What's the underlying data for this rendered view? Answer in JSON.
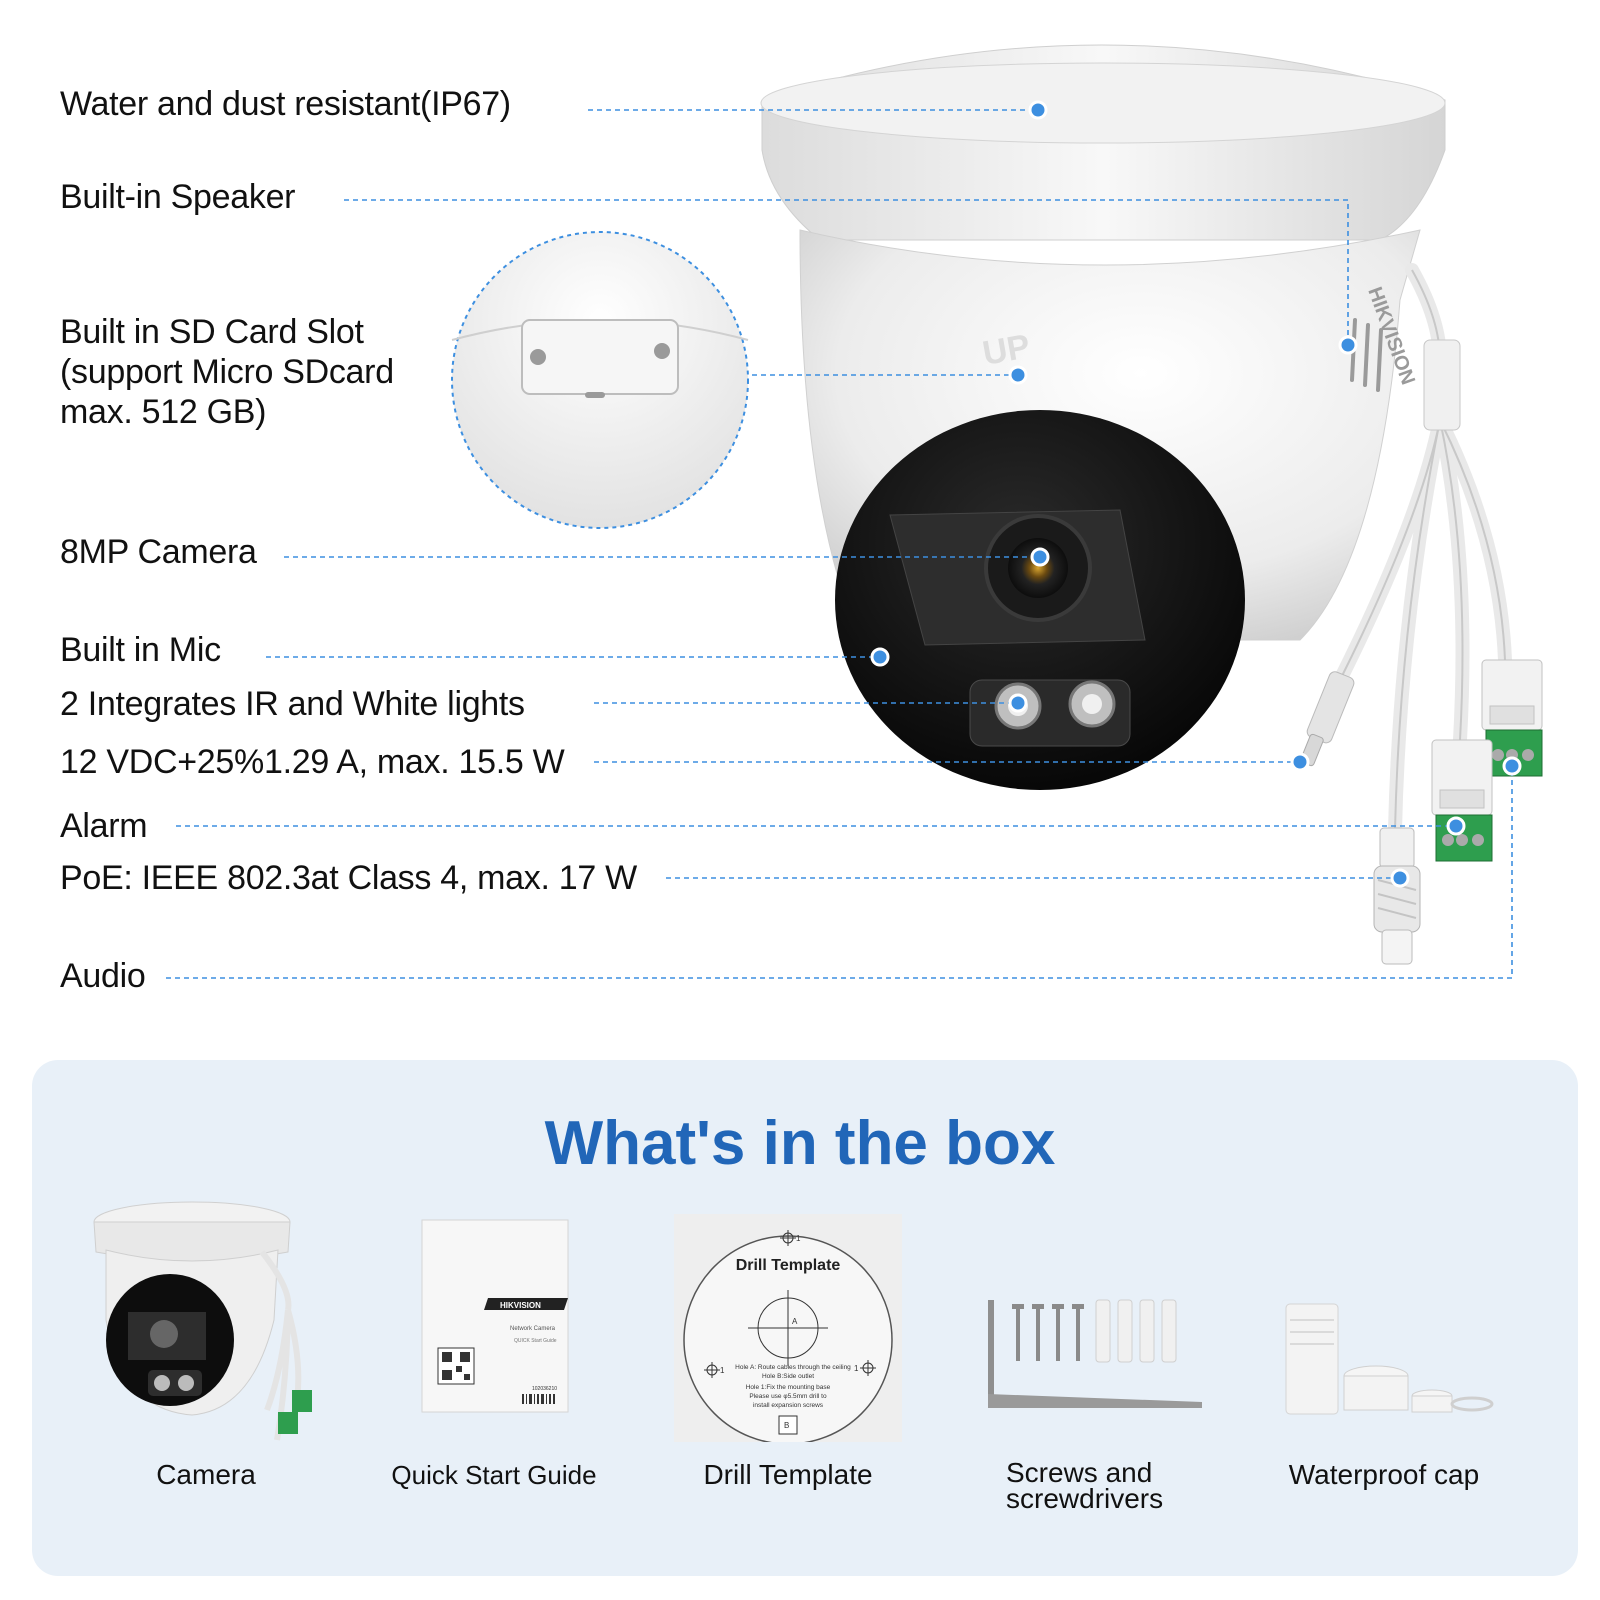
{
  "features": [
    {
      "id": "ip67",
      "label": "Water and dust resistant(IP67)"
    },
    {
      "id": "speaker",
      "label": "Built-in Speaker"
    },
    {
      "id": "sdcard",
      "label": "Built in SD Card Slot (support Micro SDcard max. 512 GB)"
    },
    {
      "id": "camera",
      "label": "8MP Camera"
    },
    {
      "id": "mic",
      "label": "Built in Mic"
    },
    {
      "id": "lights",
      "label": "2 Integrates IR and White lights"
    },
    {
      "id": "power",
      "label": "12 VDC+25%1.29 A, max. 15.5 W"
    },
    {
      "id": "alarm",
      "label": "Alarm"
    },
    {
      "id": "poe",
      "label": "PoE: IEEE 802.3at Class 4, max. 17 W"
    },
    {
      "id": "audio",
      "label": "Audio"
    }
  ],
  "box": {
    "title": "What's in the box",
    "items": [
      {
        "label": "Camera"
      },
      {
        "label": "Quick Start Guide"
      },
      {
        "label": "Drill Template"
      },
      {
        "label": "Screws and screwdrivers"
      },
      {
        "label": "Waterproof cap"
      }
    ]
  },
  "product": {
    "brand": "HIKVISION",
    "marking": "UP",
    "guide_lines": [
      "Network Camera",
      "QUICK Start Guide"
    ],
    "guide_code": "102036210",
    "drill": {
      "title": "Drill Template",
      "notes": [
        "Hole A: Route cables through the ceiling",
        "Hole B:Side outlet",
        "Hole 1:Fix the mounting base",
        "Please use φ5.5mm drill to",
        "install expansion screws"
      ],
      "marks": [
        "A",
        "B",
        "1",
        "1",
        "1"
      ]
    }
  },
  "colors": {
    "accent": "#2166b8",
    "callout": "#3d8fe0",
    "panel": "#e8f0f8",
    "terminal": "#2e9e4e"
  }
}
